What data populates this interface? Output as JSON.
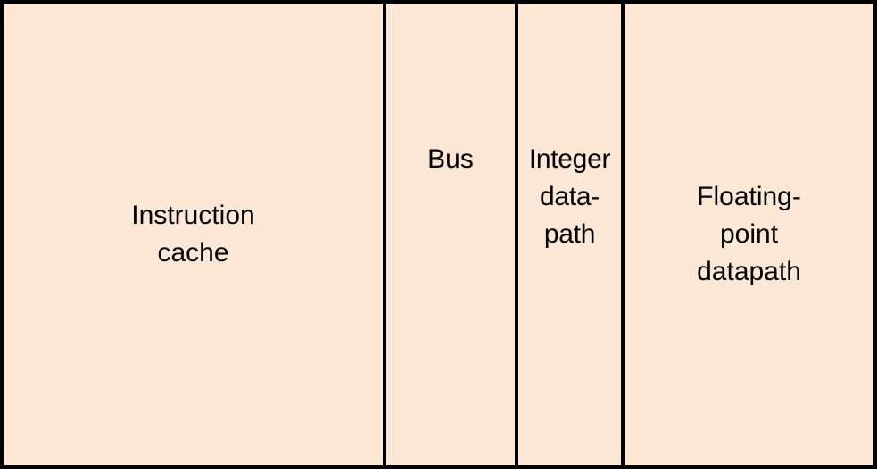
{
  "colors": {
    "block_fill": "#fce8d5",
    "border": "#000000",
    "text": "#000000"
  },
  "blocks": [
    {
      "label": "Instruction\ncache"
    },
    {
      "label": "Bus"
    },
    {
      "label": "Integer\ndata-\npath"
    },
    {
      "label": "Floating-\npoint\ndatapath"
    }
  ]
}
